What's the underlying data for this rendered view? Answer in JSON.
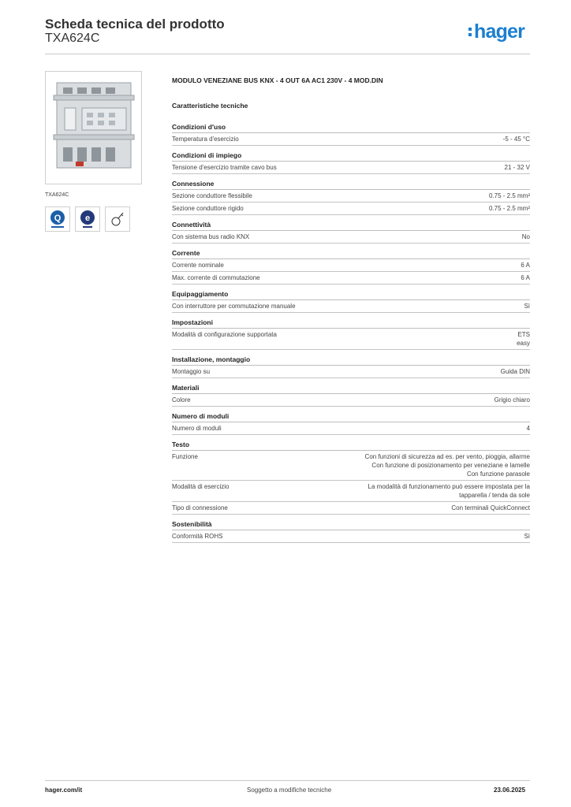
{
  "header": {
    "title": "Scheda tecnica del prodotto",
    "code": "TXA624C",
    "logo": "hager"
  },
  "product": {
    "image_caption": "TXA624C",
    "name": "MODULO VENEZIANE BUS KNX - 4 OUT 6A AC1 230V - 4 MOD.DIN",
    "section_heading": "Caratteristiche tecniche"
  },
  "sections": [
    {
      "title": "Condizioni d'uso",
      "rows": [
        [
          "Temperatura d'esercizio",
          "-5 - 45 °C"
        ]
      ]
    },
    {
      "title": "Condizioni di impiego",
      "rows": [
        [
          "Tensione d'esercizio tramite cavo bus",
          "21 - 32 V"
        ]
      ]
    },
    {
      "title": "Connessione",
      "rows": [
        [
          "Sezione conduttore flessibile",
          "0.75 - 2.5 mm²"
        ],
        [
          "Sezione conduttore rigido",
          "0.75 - 2.5 mm²"
        ]
      ]
    },
    {
      "title": "Connettività",
      "rows": [
        [
          "Con sistema bus radio KNX",
          "No"
        ]
      ]
    },
    {
      "title": "Corrente",
      "rows": [
        [
          "Corrente nominale",
          "6 A"
        ],
        [
          "Max. corrente di commutazione",
          "6 A"
        ]
      ]
    },
    {
      "title": "Equipaggiamento",
      "rows": [
        [
          "Con interruttore per commutazione manuale",
          "Sì"
        ]
      ]
    },
    {
      "title": "Impostazioni",
      "rows": [
        [
          "Modalità di configurazione supportata",
          "ETS\neasy"
        ]
      ]
    },
    {
      "title": "Installazione, montaggio",
      "rows": [
        [
          "Montaggio su",
          "Guida DIN"
        ]
      ]
    },
    {
      "title": "Materiali",
      "rows": [
        [
          "Colore",
          "Grigio chiaro"
        ]
      ]
    },
    {
      "title": "Numero di moduli",
      "rows": [
        [
          "Numero di moduli",
          "4"
        ]
      ]
    },
    {
      "title": "Testo",
      "rows": [
        [
          "Funzione",
          "Con funzioni di sicurezza ad es. per vento, pioggia, allarme\nCon funzione di posizionamento per veneziane e lamelle\nCon funzione parasole"
        ],
        [
          "Modalità di esercizio",
          "La modalità di funzionamento può essere impostata per la\ntapparella / tenda da sole"
        ],
        [
          "Tipo di connessione",
          "Con terminali QuickConnect"
        ]
      ]
    },
    {
      "title": "Sostenibilità",
      "rows": [
        [
          "Conformità ROHS",
          "Sì"
        ]
      ]
    }
  ],
  "footer": {
    "site": "hager.com/it",
    "note": "Soggetto a modifiche tecniche",
    "date": "23.06.2025"
  },
  "colors": {
    "brand": "#1b7fd0",
    "cert_blue": "#1b5fa8",
    "cert_navy": "#233a7a"
  }
}
